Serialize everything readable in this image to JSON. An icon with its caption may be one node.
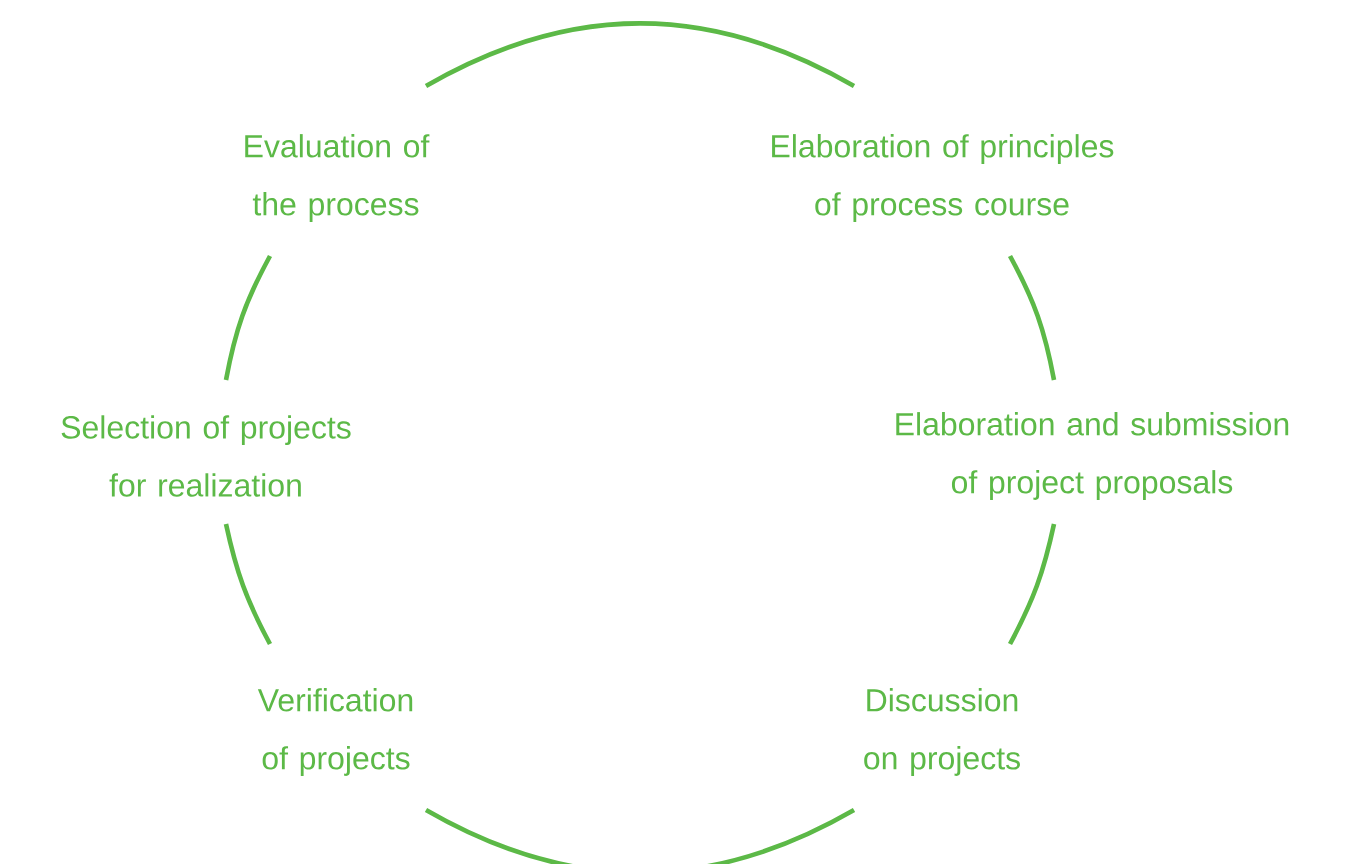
{
  "diagram": {
    "nodes": [
      {
        "text": [
          "Evaluation of the process"
        ]
      },
      {
        "text": [
          "Elaboration of principles of process course"
        ]
      },
      {
        "text": [
          "Selection of projects for realization"
        ]
      },
      {
        "text": [
          "Elaboration and submission of project proposals"
        ]
      },
      {
        "text": [
          "Verification of projects"
        ]
      },
      {
        "text": [
          "Discussion on projects"
        ]
      }
    ],
    "edges": [
      {
        "from": 0,
        "to": 1,
        "arrow": "none"
      },
      {
        "from": 1,
        "to": 3,
        "arrow": "none"
      },
      {
        "from": 3,
        "to": 5,
        "arrow": "none"
      },
      {
        "from": 5,
        "to": 4,
        "arrow": "none"
      },
      {
        "from": 4,
        "to": 2,
        "arrow": "none"
      },
      {
        "from": 2,
        "to": 0,
        "arrow": "none"
      }
    ]
  }
}
